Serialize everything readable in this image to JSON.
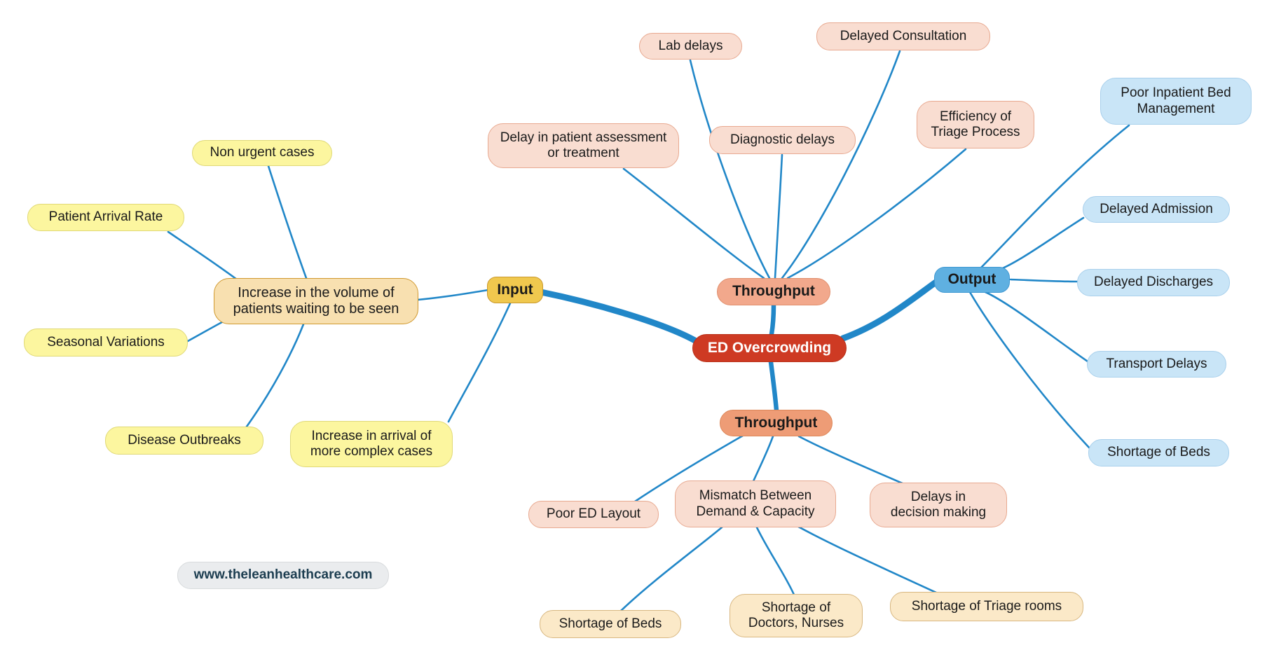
{
  "diagram": {
    "root": {
      "label": "ED Overcrowding"
    },
    "branches": {
      "input": {
        "label": "Input",
        "children": [
          "Increase in the volume of patients waiting to be seen",
          "Non urgent cases",
          "Patient Arrival Rate",
          "Seasonal Variations",
          "Disease Outbreaks",
          "Increase in arrival of more complex cases"
        ]
      },
      "throughput_top": {
        "label": "Throughput",
        "children": [
          "Lab delays",
          "Delayed Consultation",
          "Delay in patient assessment or treatment",
          "Diagnostic delays",
          "Efficiency of Triage Process"
        ]
      },
      "output": {
        "label": "Output",
        "children": [
          "Poor Inpatient Bed Management",
          "Delayed Admission",
          "Delayed Discharges",
          "Transport Delays",
          "Shortage of Beds"
        ]
      },
      "throughput_bottom": {
        "label": "Throughput",
        "children": [
          "Poor ED Layout",
          "Mismatch Between Demand & Capacity",
          "Delays in decision making"
        ],
        "mismatch_children": [
          "Shortage of Beds",
          "Shortage of Doctors, Nurses",
          "Shortage of Triage rooms"
        ]
      }
    },
    "website": "www.theleanhealthcare.com",
    "palette": {
      "edge_line": "#2187C8",
      "root_fill": "#CE3A23",
      "branch_salmon": "#F2A88C",
      "branch_blue": "#5FB0E1",
      "branch_gold": "#F0C84E",
      "leaf_yellow": "#FCF69F",
      "leaf_pink": "#F9DDD1",
      "leaf_blue": "#C9E5F7",
      "leaf_peach": "#FBE9C8",
      "parent_tan": "#F8E0B0",
      "footer_gray": "#EAECEE"
    }
  }
}
